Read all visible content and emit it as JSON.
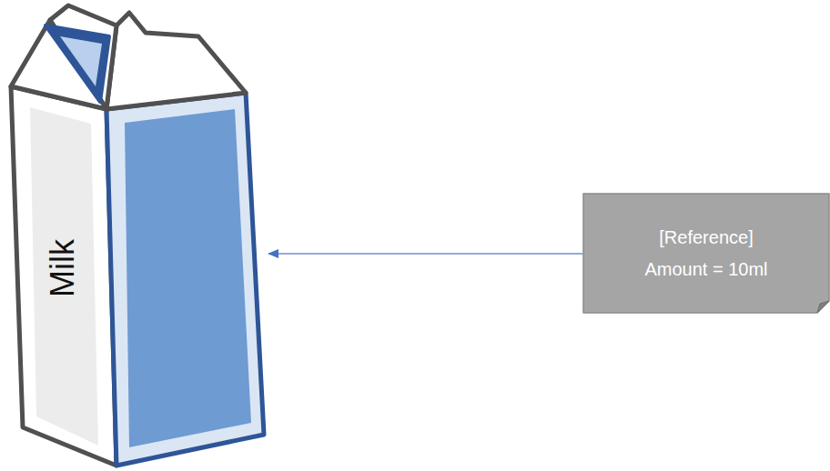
{
  "diagram": {
    "nodes": [
      {
        "text": [
          "Milk"
        ]
      },
      {
        "text": [
          "[Reference]",
          "Amount = 10ml"
        ]
      }
    ],
    "edges": [
      {
        "from": 1,
        "to": 0,
        "arrow": "to"
      }
    ]
  }
}
